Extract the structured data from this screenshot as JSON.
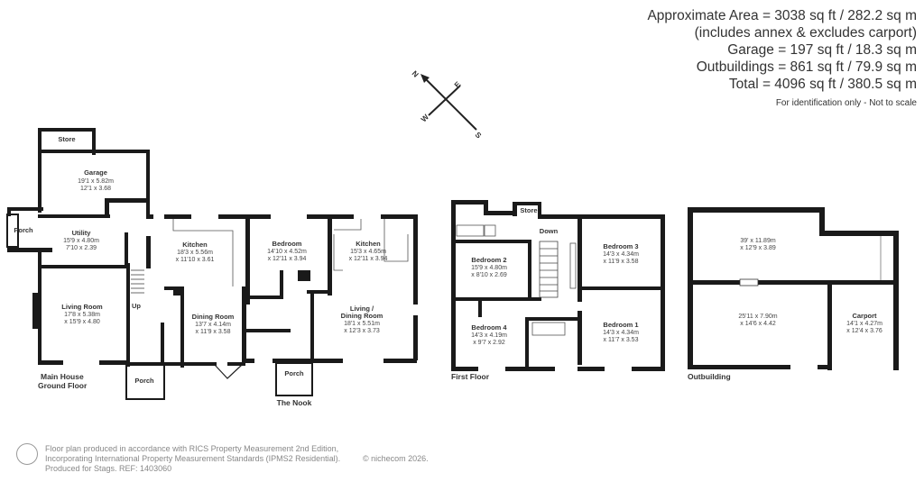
{
  "areas": {
    "approximate": "Approximate Area = 3038 sq ft / 282.2 sq m",
    "note": "(includes annex & excludes carport)",
    "garage": "Garage = 197 sq ft / 18.3 sq m",
    "outbuildings": "Outbuildings = 861 sq ft / 79.9 sq m",
    "total": "Total = 4096 sq ft / 380.5 sq m",
    "disclaimer": "For identification only - Not to scale"
  },
  "compass": {
    "n": "N",
    "e": "E",
    "s": "S",
    "w": "W"
  },
  "floors": {
    "main_ground": {
      "label1": "Main House",
      "label2": "Ground Floor"
    },
    "nook": {
      "label": "The Nook"
    },
    "first": {
      "label": "First Floor"
    },
    "outbuilding": {
      "label": "Outbuilding"
    }
  },
  "rooms": {
    "store1": {
      "name": "Store"
    },
    "garage": {
      "name": "Garage",
      "d1": "19'1 x 5.82m",
      "d2": "12'1 x 3.68"
    },
    "porch1": {
      "name": "Porch"
    },
    "utility": {
      "name": "Utility",
      "d1": "15'9 x 4.80m",
      "d2": "7'10 x 2.39"
    },
    "kitchen1": {
      "name": "Kitchen",
      "d1": "18'3 x 5.56m",
      "d2": "x 11'10 x 3.61"
    },
    "living": {
      "name": "Living Room",
      "d1": "17'8 x 5.38m",
      "d2": "x 15'9 x 4.80"
    },
    "up": {
      "name": "Up"
    },
    "dining": {
      "name": "Dining Room",
      "d1": "13'7 x 4.14m",
      "d2": "x 11'9 x 3.58"
    },
    "porch2": {
      "name": "Porch"
    },
    "bedroom_nook": {
      "name": "Bedroom",
      "d1": "14'10 x 4.52m",
      "d2": "x 12'11 x 3.94"
    },
    "kitchen2": {
      "name": "Kitchen",
      "d1": "15'3 x 4.65m",
      "d2": "x 12'11 x 3.94"
    },
    "living_dining": {
      "name1": "Living /",
      "name2": "Dining Room",
      "d1": "18'1 x 5.51m",
      "d2": "x 12'3 x 3.73"
    },
    "porch3": {
      "name": "Porch"
    },
    "store2": {
      "name": "Store"
    },
    "down": {
      "name": "Down"
    },
    "bedroom2": {
      "name": "Bedroom 2",
      "d1": "15'9 x 4.80m",
      "d2": "x 8'10 x 2.69"
    },
    "bedroom3": {
      "name": "Bedroom 3",
      "d1": "14'3 x 4.34m",
      "d2": "x 11'9 x 3.58"
    },
    "bedroom4": {
      "name": "Bedroom 4",
      "d1": "14'3 x 4.19m",
      "d2": "x 9'7 x 2.92"
    },
    "bedroom1": {
      "name": "Bedroom 1",
      "d1": "14'3 x 4.34m",
      "d2": "x 11'7 x 3.53"
    },
    "out_top": {
      "d1": "39' x 11.89m",
      "d2": "x 12'9 x 3.89"
    },
    "out_bottom": {
      "d1": "25'11 x 7.90m",
      "d2": "x 14'6 x 4.42"
    },
    "carport": {
      "name": "Carport",
      "d1": "14'1 x 4.27m",
      "d2": "x 12'4 x 3.76"
    }
  },
  "footer": {
    "line1": "Floor plan produced in accordance with RICS Property Measurement 2nd Edition,",
    "line2": "Incorporating International Property Measurement Standards (IPMS2 Residential).",
    "line3": "Produced for Stags.   REF: 1403060",
    "copyright": "© nichecom 2026."
  }
}
